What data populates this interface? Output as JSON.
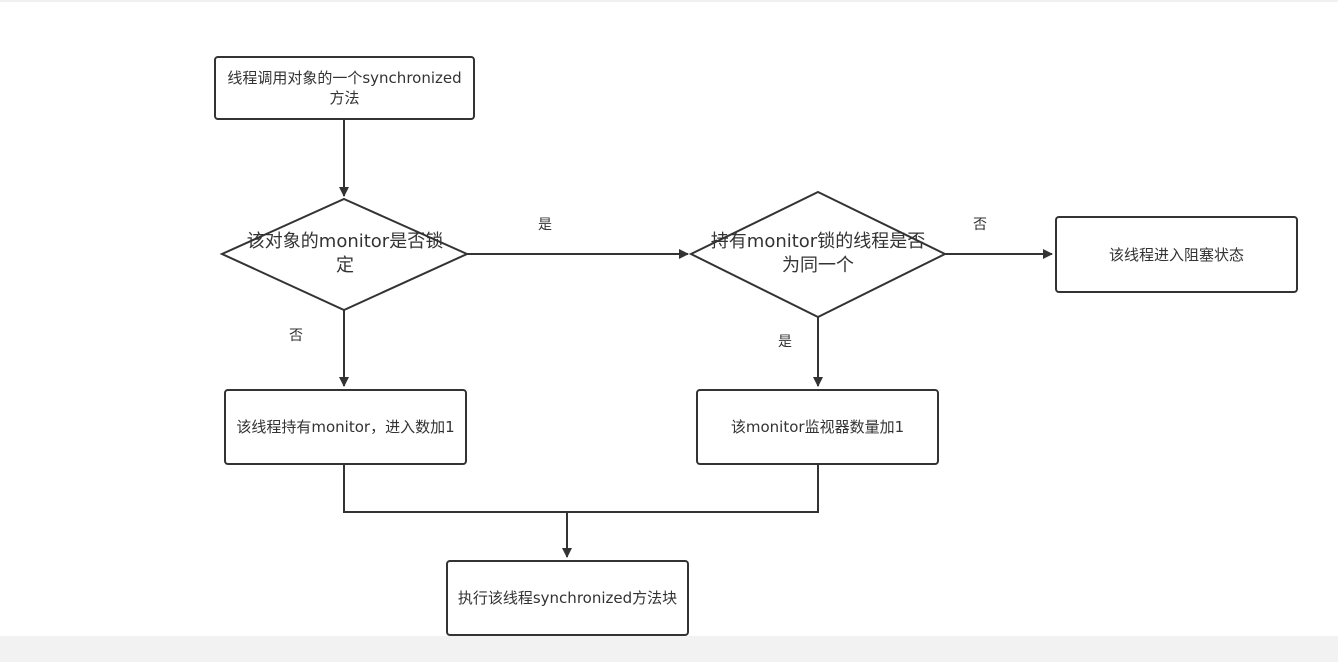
{
  "nodes": {
    "start": "线程调用对象的一个synchronized方法",
    "check_locked": "该对象的monitor是否锁定",
    "check_same_thread": "持有monitor锁的线程是否为同一个",
    "blocked": "该线程进入阻塞状态",
    "acquire": "该线程持有monitor，进入数加1",
    "increment": "该monitor监视器数量加1",
    "execute": "执行该线程synchronized方法块"
  },
  "edge_labels": {
    "locked_yes": "是",
    "locked_no": "否",
    "same_no": "否",
    "same_yes": "是"
  },
  "colors": {
    "stroke": "#333333",
    "text": "#333333",
    "background": "#ffffff"
  }
}
